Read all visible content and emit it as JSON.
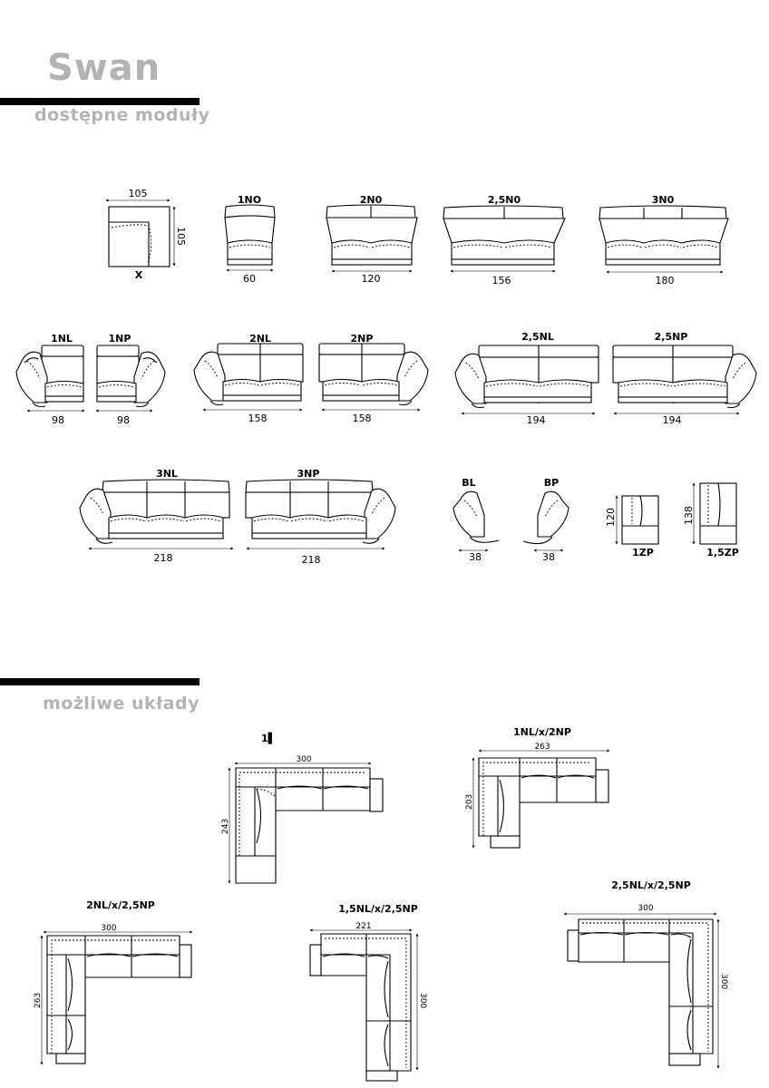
{
  "header": {
    "title": "Swan",
    "subtitle": "dostępne moduły"
  },
  "modules": {
    "row1": [
      {
        "name": "X",
        "width": "105",
        "depth": "105"
      },
      {
        "name": "1NO",
        "width": "60"
      },
      {
        "name": "2N0",
        "width": "120"
      },
      {
        "name": "2,5N0",
        "width": "156"
      },
      {
        "name": "3N0",
        "width": "180"
      }
    ],
    "row2": [
      {
        "name": "1NL",
        "width": "98"
      },
      {
        "name": "1NP",
        "width": "98"
      },
      {
        "name": "2NL",
        "width": "158"
      },
      {
        "name": "2NP",
        "width": "158"
      },
      {
        "name": "2,5NL",
        "width": "194"
      },
      {
        "name": "2,5NP",
        "width": "194"
      }
    ],
    "row3": [
      {
        "name": "3NL",
        "width": "218"
      },
      {
        "name": "3NP",
        "width": "218"
      },
      {
        "name": "BL",
        "width": "38"
      },
      {
        "name": "BP",
        "width": "38"
      },
      {
        "name": "1ZP",
        "depth": "120"
      },
      {
        "name": "1,5ZP",
        "depth": "138"
      }
    ]
  },
  "layouts_section": {
    "title": "możliwe układy"
  },
  "layouts": [
    {
      "name": "1▌",
      "width": "300",
      "depth": "243"
    },
    {
      "name": "1NL/x/2NP",
      "width": "263",
      "depth": "203"
    },
    {
      "name": "2NL/x/2,5NP",
      "width": "300",
      "depth": "263"
    },
    {
      "name": "1,5NL/x/2,5NP",
      "width": "221",
      "depth": "300"
    },
    {
      "name": "2,5NL/x/2,5NP",
      "width": "300",
      "depth": "300"
    }
  ]
}
